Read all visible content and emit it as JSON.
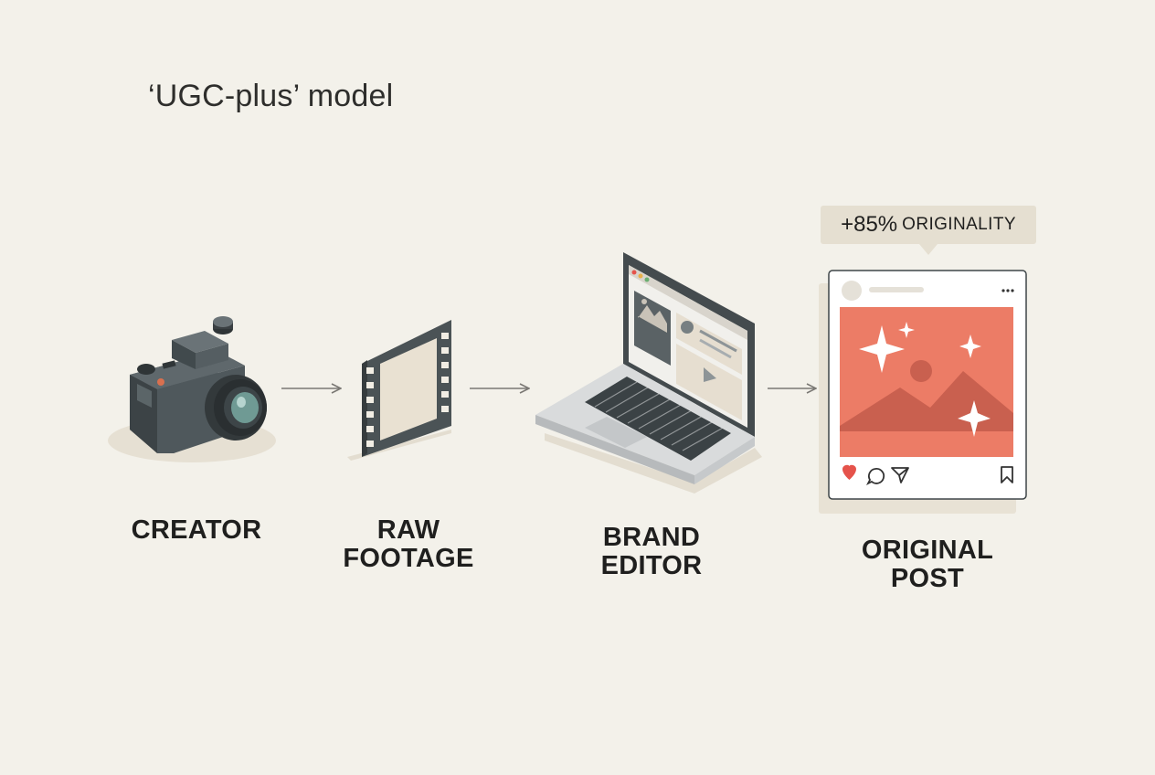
{
  "title": "‘UGC-plus’ model",
  "steps": [
    {
      "id": "creator",
      "label_lines": [
        "CREATOR"
      ],
      "icon": "camera-icon"
    },
    {
      "id": "raw-footage",
      "label_lines": [
        "RAW",
        "FOOTAGE"
      ],
      "icon": "film-frame-icon"
    },
    {
      "id": "brand-editor",
      "label_lines": [
        "BRAND",
        "EDITOR"
      ],
      "icon": "laptop-icon"
    },
    {
      "id": "original-post",
      "label_lines": [
        "ORIGINAL",
        "POST"
      ],
      "icon": "social-post-icon"
    }
  ],
  "badge": {
    "value": "+85%",
    "word": "ORIGINALITY"
  },
  "colors": {
    "background": "#f3f1ea",
    "dark_gray": "#4b5356",
    "post_coral": "#ec7c66",
    "badge_bg": "#e5dfd1",
    "heart_red": "#e5534b"
  }
}
